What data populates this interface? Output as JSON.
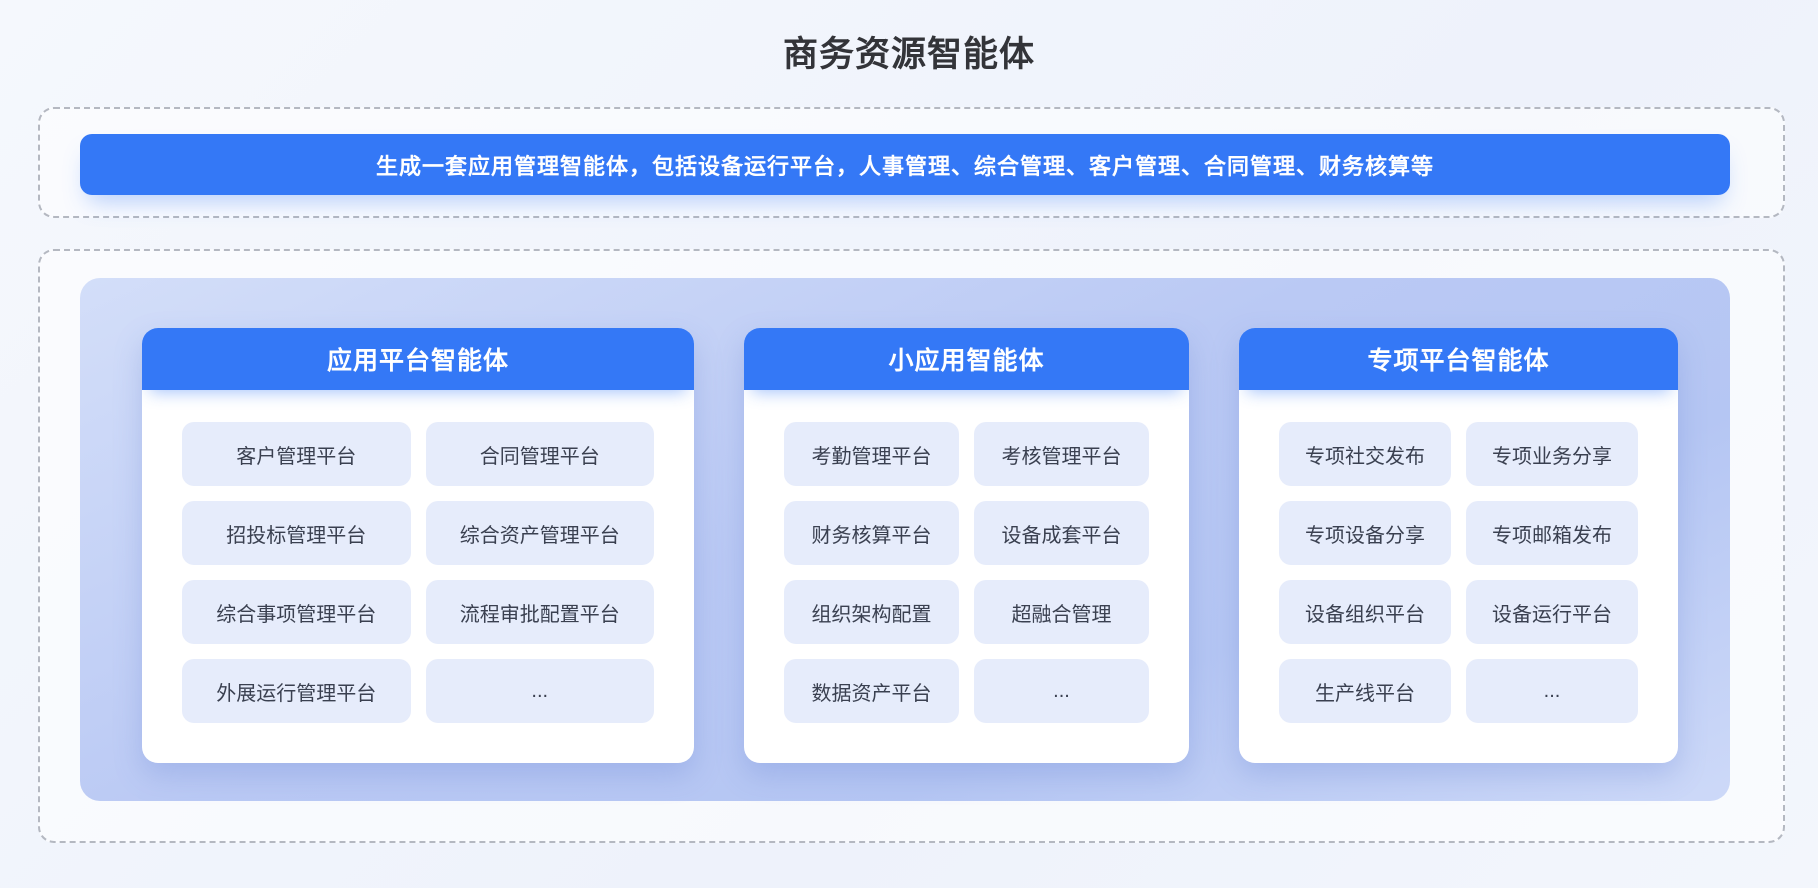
{
  "page": {
    "title": "商务资源智能体"
  },
  "banner": {
    "text": "生成一套应用管理智能体，包括设备运行平台，人事管理、综合管理、客户管理、合同管理、财务核算等"
  },
  "colors": {
    "accent_blue": "#3478f6",
    "panel_light": "#d3def9",
    "panel_dark": "#b5c6f3",
    "chip_bg": "#e6ecfb",
    "dashed_border": "#b4b8c1"
  },
  "groups": [
    {
      "title": "应用平台智能体",
      "items": [
        "客户管理平台",
        "合同管理平台",
        "招投标管理平台",
        "综合资产管理平台",
        "综合事项管理平台",
        "流程审批配置平台",
        "外展运行管理平台",
        "..."
      ]
    },
    {
      "title": "小应用智能体",
      "items": [
        "考勤管理平台",
        "考核管理平台",
        "财务核算平台",
        "设备成套平台",
        "组织架构配置",
        "超融合管理",
        "数据资产平台",
        "..."
      ]
    },
    {
      "title": "专项平台智能体",
      "items": [
        "专项社交发布",
        "专项业务分享",
        "专项设备分享",
        "专项邮箱发布",
        "设备组织平台",
        "设备运行平台",
        "生产线平台",
        "..."
      ]
    }
  ]
}
